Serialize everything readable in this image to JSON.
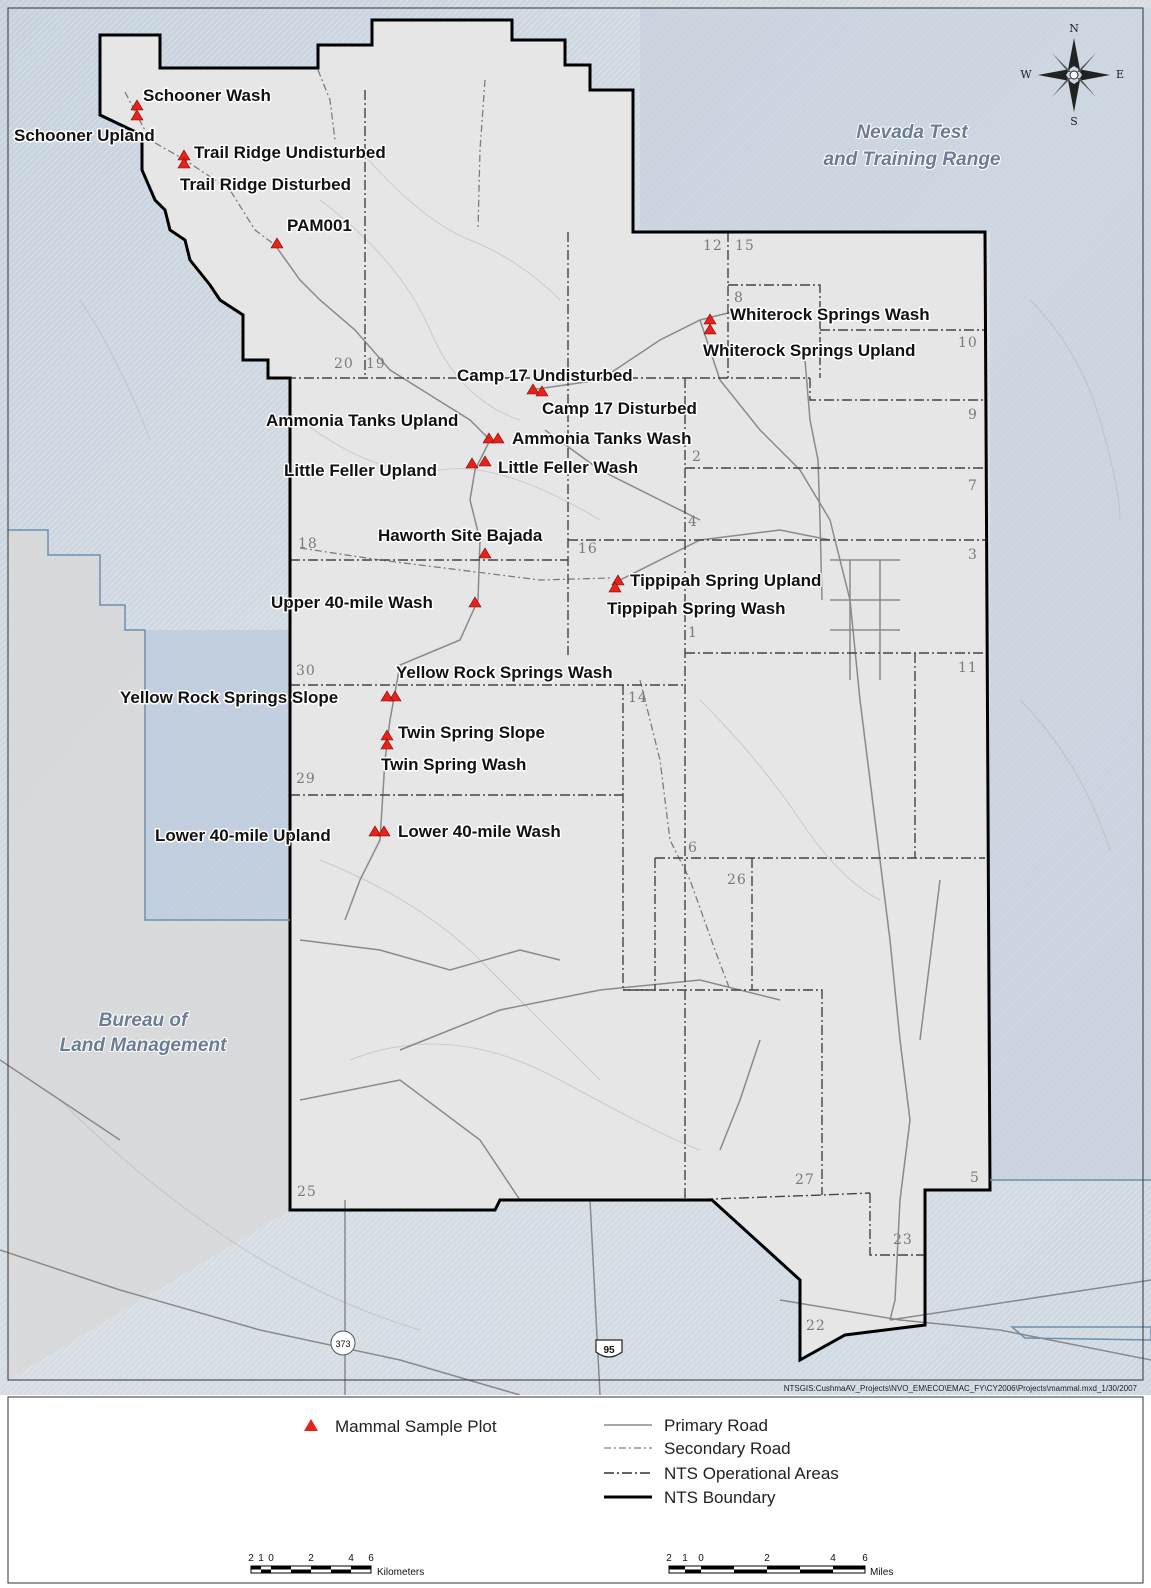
{
  "regions": {
    "nttr": [
      "Nevada Test",
      "and Training Range"
    ],
    "blm": [
      "Bureau of",
      "Land Management"
    ]
  },
  "compass": {
    "n": "N",
    "s": "S",
    "e": "E",
    "w": "W"
  },
  "highways": {
    "h373": "373",
    "h95": "95"
  },
  "area_numbers": [
    "12",
    "15",
    "8",
    "10",
    "20",
    "19",
    "9",
    "2",
    "7",
    "4",
    "16",
    "3",
    "18",
    "1",
    "30",
    "11",
    "14",
    "29",
    "6",
    "26",
    "27",
    "5",
    "25",
    "23",
    "22"
  ],
  "sites": [
    "Schooner Wash",
    "Schooner Upland",
    "Trail Ridge Undisturbed",
    "Trail Ridge Disturbed",
    "PAM001",
    "Whiterock Springs Wash",
    "Whiterock Springs Upland",
    "Camp 17 Undisturbed",
    "Camp 17 Disturbed",
    "Ammonia Tanks Upland",
    "Ammonia Tanks Wash",
    "Little Feller Upland",
    "Little Feller Wash",
    "Haworth Site Bajada",
    "Tippipah Spring Upland",
    "Tippipah Spring Wash",
    "Upper 40-mile Wash",
    "Yellow Rock Springs Wash",
    "Yellow Rock Springs Slope",
    "Twin Spring Slope",
    "Twin Spring Wash",
    "Lower 40-mile Upland",
    "Lower 40-mile Wash"
  ],
  "credit": "NTSGIS:CushmaAV_Projects\\NVO_EM\\ECO\\EMAC_FY\\CY2006\\Projects\\mammal.mxd_1/30/2007",
  "legend": {
    "sample_plot": "Mammal Sample Plot",
    "primary_road": "Primary Road",
    "secondary_road": "Secondary Road",
    "operational_areas": "NTS Operational Areas",
    "boundary": "NTS Boundary"
  },
  "scale_km": {
    "ticks": [
      "2",
      "1",
      "0",
      "2",
      "4",
      "6"
    ],
    "unit": "Kilometers"
  },
  "scale_mi": {
    "ticks": [
      "2",
      "1",
      "0",
      "2",
      "4",
      "6"
    ],
    "unit": "Miles"
  },
  "colors": {
    "marker": "#e8211b",
    "blm_land": "#b9c9dc",
    "nttr_land": "#c3d0df",
    "nts_land": "#e4e4e4",
    "boundary": "#000000"
  }
}
